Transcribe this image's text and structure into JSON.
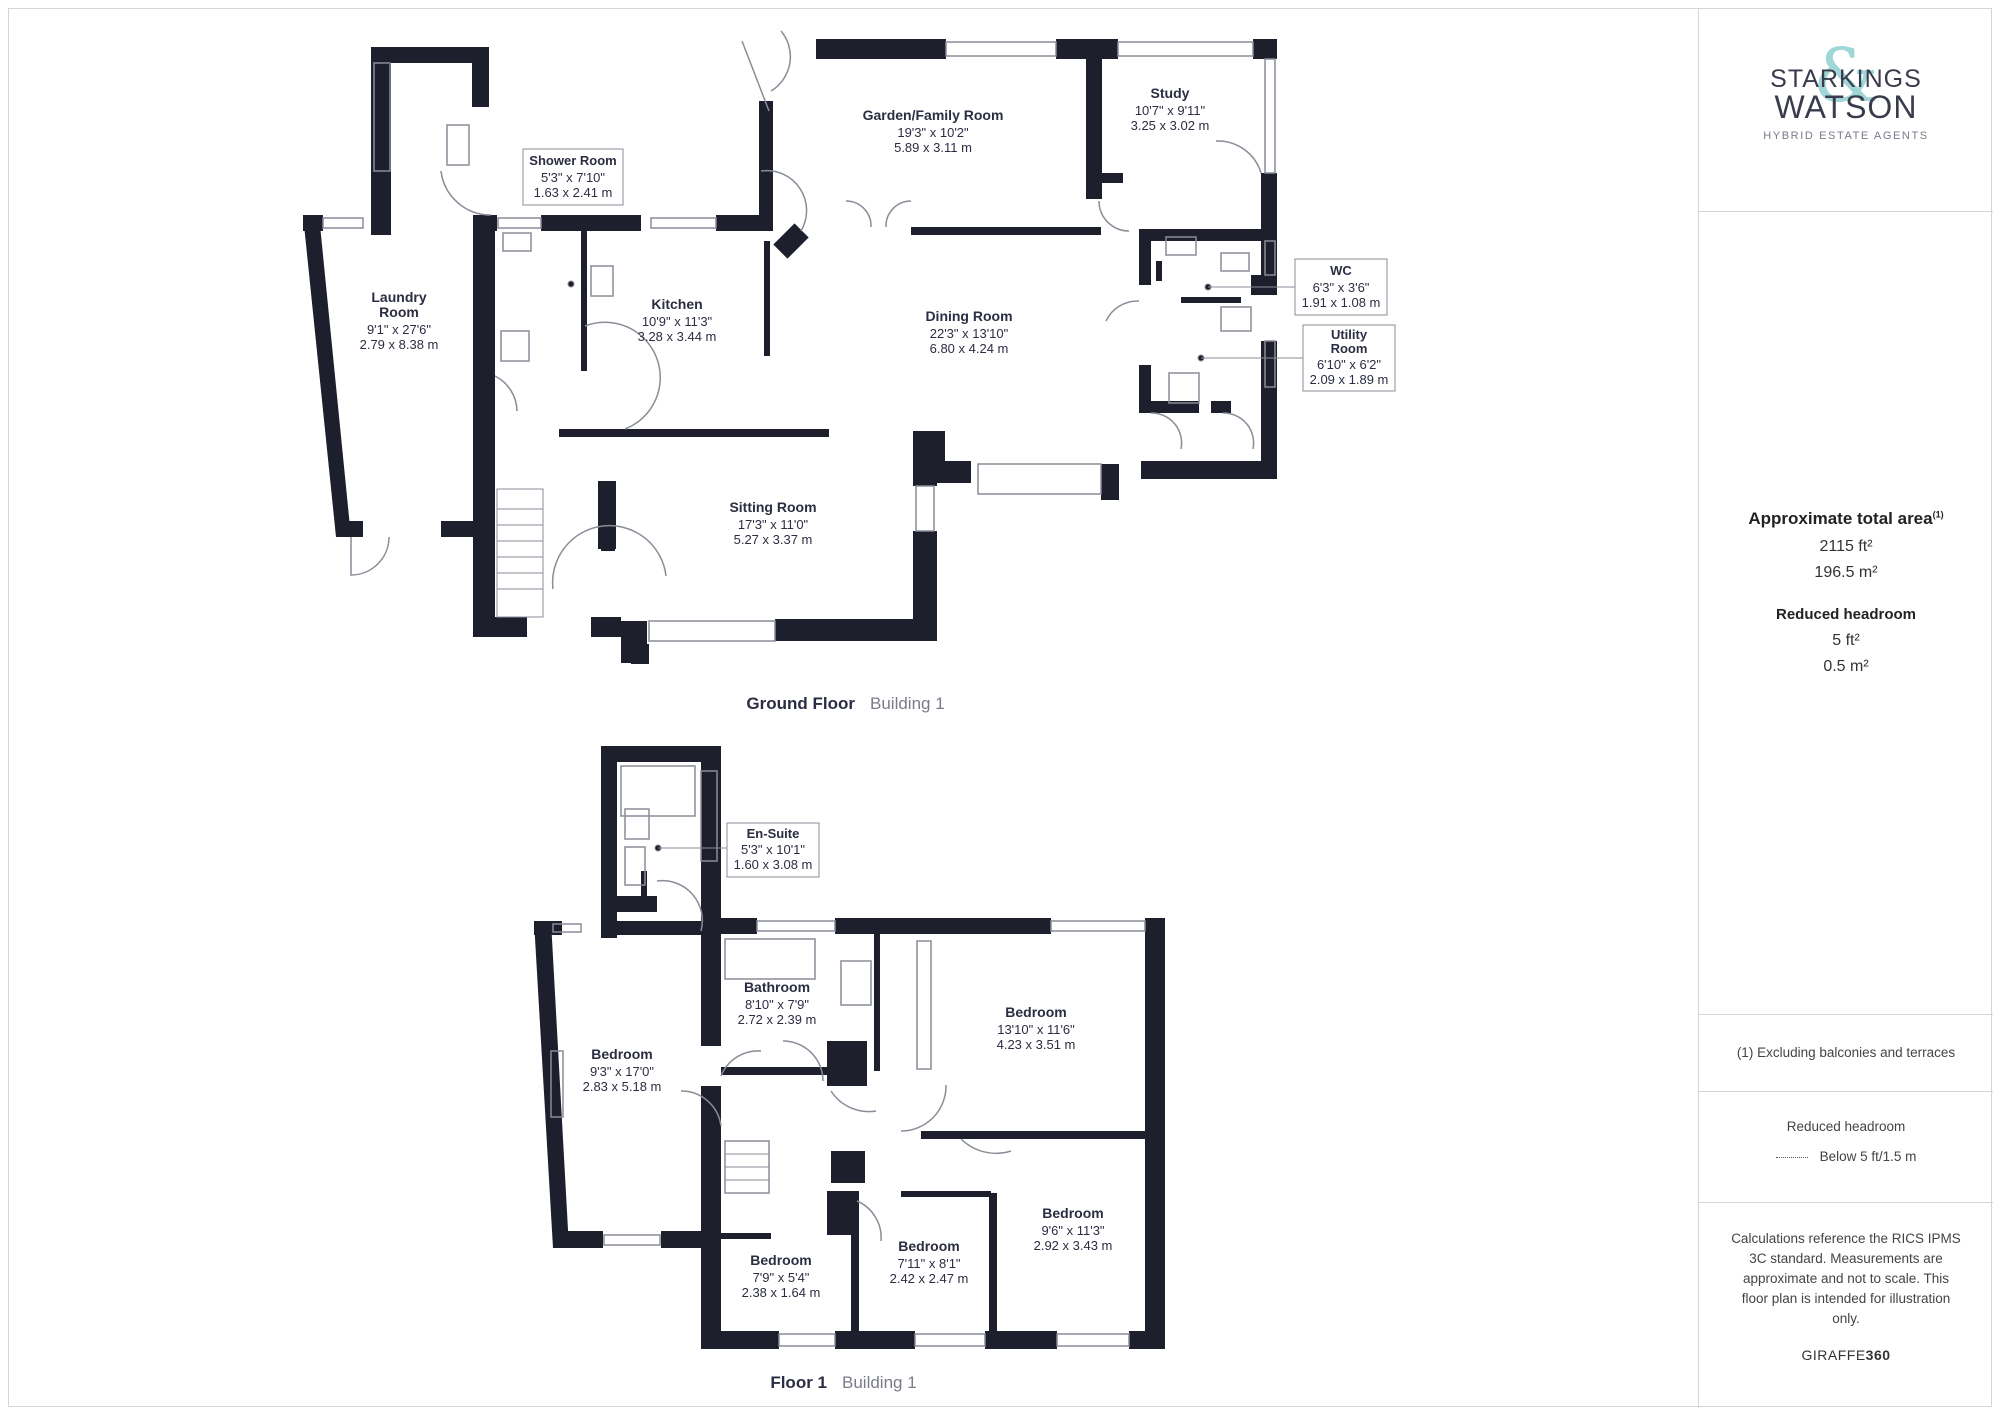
{
  "brand": {
    "line1": "STARKINGS",
    "line2": "WATSON",
    "ampersand": "&",
    "tagline": "HYBRID ESTATE AGENTS",
    "accent_color": "#9fd7d7",
    "text_color": "#3a3c4e"
  },
  "floors": [
    {
      "name": "Ground Floor",
      "building": "Building 1"
    },
    {
      "name": "Floor 1",
      "building": "Building 1"
    }
  ],
  "rooms": {
    "laundry": {
      "name1": "Laundry",
      "name2": "Room",
      "imperial": "9'1\" x 27'6\"",
      "metric": "2.79 x 8.38 m"
    },
    "shower": {
      "name": "Shower Room",
      "imperial": "5'3\" x 7'10\"",
      "metric": "1.63 x 2.41 m"
    },
    "garden": {
      "name": "Garden/Family Room",
      "imperial": "19'3\" x 10'2\"",
      "metric": "5.89 x 3.11 m"
    },
    "study": {
      "name": "Study",
      "imperial": "10'7\" x 9'11\"",
      "metric": "3.25 x 3.02 m"
    },
    "kitchen": {
      "name": "Kitchen",
      "imperial": "10'9\" x 11'3\"",
      "metric": "3.28 x 3.44 m"
    },
    "dining": {
      "name": "Dining Room",
      "imperial": "22'3\" x 13'10\"",
      "metric": "6.80 x 4.24 m"
    },
    "wc": {
      "name": "WC",
      "imperial": "6'3\" x 3'6\"",
      "metric": "1.91 x 1.08 m"
    },
    "utility": {
      "name1": "Utility",
      "name2": "Room",
      "imperial": "6'10\" x 6'2\"",
      "metric": "2.09 x 1.89 m"
    },
    "sitting": {
      "name": "Sitting Room",
      "imperial": "17'3\" x 11'0\"",
      "metric": "5.27 x 3.37 m"
    },
    "ensuite": {
      "name": "En-Suite",
      "imperial": "5'3\" x 10'1\"",
      "metric": "1.60 x 3.08 m"
    },
    "bedroom_left": {
      "name": "Bedroom",
      "imperial": "9'3\" x 17'0\"",
      "metric": "2.83 x 5.18 m"
    },
    "bathroom": {
      "name": "Bathroom",
      "imperial": "8'10\" x 7'9\"",
      "metric": "2.72 x 2.39 m"
    },
    "bedroom_main": {
      "name": "Bedroom",
      "imperial": "13'10\" x 11'6\"",
      "metric": "4.23 x 3.51 m"
    },
    "bedroom_right": {
      "name": "Bedroom",
      "imperial": "9'6\" x 11'3\"",
      "metric": "2.92 x 3.43 m"
    },
    "bedroom_mid": {
      "name": "Bedroom",
      "imperial": "7'11\" x 8'1\"",
      "metric": "2.42 x 2.47 m"
    },
    "bedroom_small": {
      "name": "Bedroom",
      "imperial": "7'9\" x 5'4\"",
      "metric": "2.38 x 1.64 m"
    }
  },
  "summary": {
    "total_title": "Approximate total area",
    "total_sup": "(1)",
    "total_ft": "2115 ft²",
    "total_m": "196.5 m²",
    "reduced_title": "Reduced headroom",
    "reduced_ft": "5 ft²",
    "reduced_m": "0.5 m²"
  },
  "footnote": "(1) Excluding balconies and terraces",
  "legend": {
    "title": "Reduced headroom",
    "item": "Below 5 ft/1.5 m"
  },
  "disclaimer": "Calculations reference the RICS IPMS 3C standard. Measurements are approximate and not to scale. This floor plan is intended for illustration only.",
  "credit": {
    "prefix": "GIRAFFE",
    "suffix": "360"
  },
  "colors": {
    "wall": "#1d1f2c",
    "line": "#8a8c98",
    "border": "#d4d6de"
  }
}
